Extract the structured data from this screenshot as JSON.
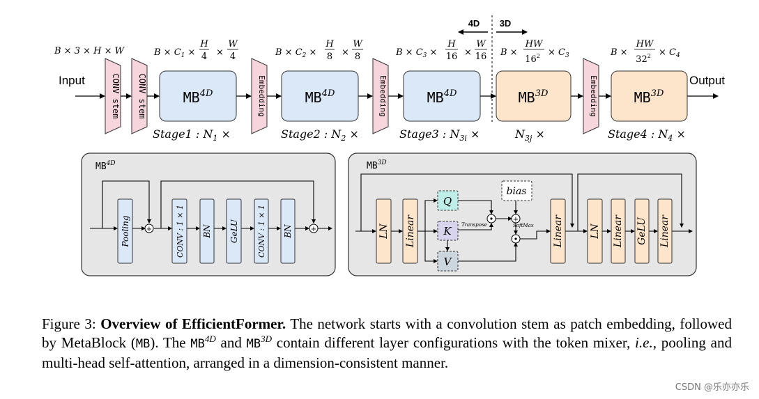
{
  "colors": {
    "stem_fill": "#f6d6dc",
    "mb4d_fill": "#dbe8f8",
    "mb3d_fill": "#fde5cc",
    "q_fill": "#bfeee9",
    "k_fill": "#d8d4ee",
    "v_fill": "#ccd6de",
    "panel_fill": "#e6e6e6",
    "arrow": "#000000"
  },
  "top": {
    "divider_4d": "4D",
    "divider_3d": "3D",
    "input_label": "Input",
    "output_label": "Output",
    "stem_label": "CONV stem",
    "embedding_label": "Embedding",
    "mb_label": "MB",
    "mb4d_sup": "4D",
    "mb3d_sup": "3D",
    "stages": [
      {
        "label": "Stage1 : N",
        "sub": "1",
        "suffix": " ×"
      },
      {
        "label": "Stage2 : N",
        "sub": "2",
        "suffix": " ×"
      },
      {
        "label": "Stage3 : N",
        "sub": "3i",
        "suffix": " ×"
      },
      {
        "label": "N",
        "sub": "3j",
        "suffix": " ×"
      },
      {
        "label": "Stage4 : N",
        "sub": "4",
        "suffix": " ×"
      }
    ]
  },
  "mb4d_panel": {
    "title": "MB",
    "title_sup": "4D",
    "blocks": [
      "Pooling",
      "CONV : 1 × 1",
      "BN",
      "GeLU",
      "CONV : 1 × 1",
      "BN"
    ]
  },
  "mb3d_panel": {
    "title": "MB",
    "title_sup": "3D",
    "blocks": [
      "LN",
      "Linear",
      "Q",
      "K",
      "V",
      "bias",
      "Linear",
      "LN",
      "Linear",
      "GeLU",
      "Linear"
    ],
    "transpose": "Transpose",
    "softmax": "SoftMax"
  },
  "caption": {
    "figure": "Figure 3: ",
    "bold": "Overview of EfficientFormer.",
    "t1": " The network starts with a convolution stem as patch embedding, followed by MetaBlock (",
    "mb": "MB",
    "t2": "). The ",
    "mb4": "MB",
    "sup4": "4D",
    "t3": " and ",
    "mb3": "MB",
    "sup3": "3D",
    "t4": " contain different layer configurations with the token mixer, ",
    "ie": "i.e.",
    "t5": ", pooling and multi-head self-attention, arranged in a dimension-consistent manner."
  },
  "watermark": "CSDN @乐亦亦乐"
}
